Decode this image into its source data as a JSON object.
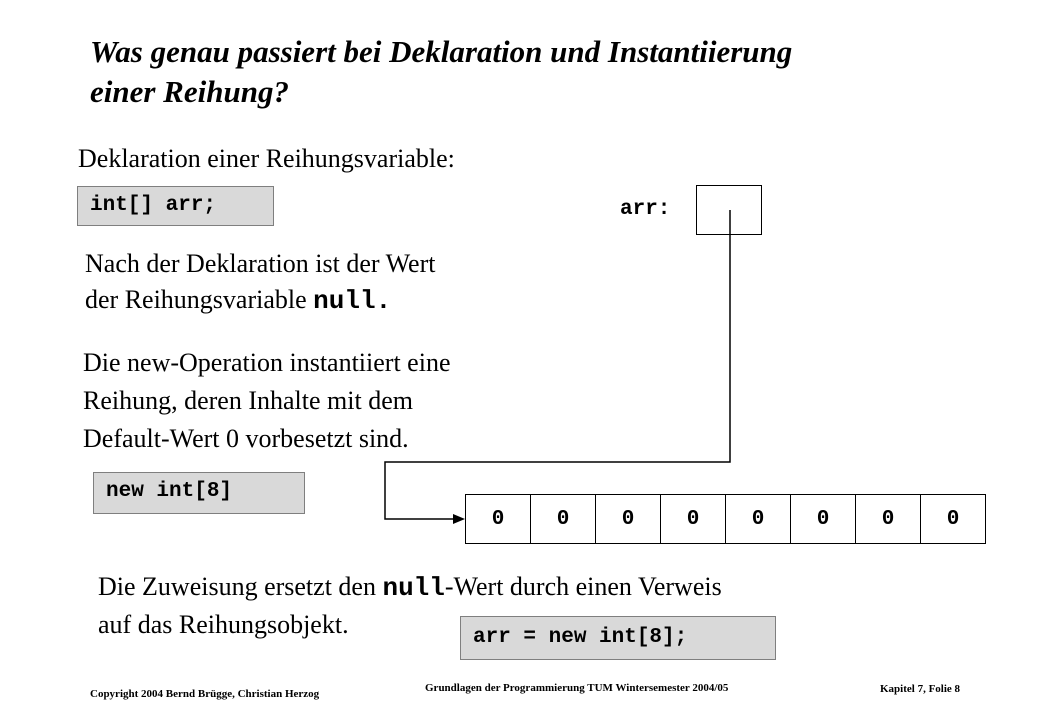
{
  "slide": {
    "title": "Was genau passiert bei Deklaration und Instantiierung einer Reihung?",
    "heading": "Deklaration einer Reihungsvariable:",
    "code_decl": "int[] arr;",
    "var_label": "arr:",
    "after_decl_line1": "Nach der Deklaration ist der Wert",
    "after_decl_line2_text": "der Reihungsvariable ",
    "after_decl_line2_code": "null.",
    "new_op_line1": "Die new-Operation instantiiert eine",
    "new_op_line2": "Reihung, deren Inhalte mit dem",
    "new_op_line3": "Default-Wert 0 vorbesetzt sind.",
    "code_new": "new int[8]",
    "array_cells": [
      "0",
      "0",
      "0",
      "0",
      "0",
      "0",
      "0",
      "0"
    ],
    "assign_line1_pre": "Die Zuweisung ersetzt den ",
    "assign_line1_code": "null",
    "assign_line1_post": "-Wert durch einen Verweis",
    "assign_line2": "auf das Reihungsobjekt.",
    "code_assign": "arr = new int[8];"
  },
  "footer": {
    "copyright": "Copyright 2004 Bernd Brügge, Christian Herzog",
    "course": "Grundlagen der Programmierung TUM Wintersemester 2004/05",
    "slide_ref": "Kapitel 7, Folie 8"
  }
}
